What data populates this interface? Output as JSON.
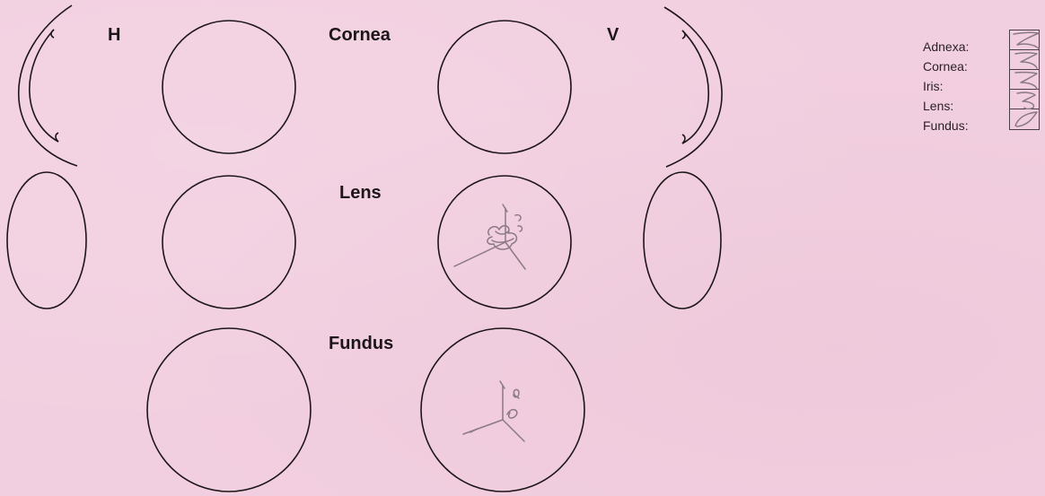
{
  "labels": {
    "h": "H",
    "v": "V",
    "cornea": "Cornea",
    "lens": "Lens",
    "fundus": "Fundus"
  },
  "checklist": [
    {
      "label": "Adnexa:",
      "marked": true
    },
    {
      "label": "Cornea:",
      "marked": true
    },
    {
      "label": "Iris:",
      "marked": true
    },
    {
      "label": "Lens:",
      "marked": true
    },
    {
      "label": "Fundus:",
      "marked": true
    }
  ],
  "colors": {
    "paper": "#f2cfe0",
    "ink": "#1c1618",
    "pencil": "#8a7a86"
  }
}
